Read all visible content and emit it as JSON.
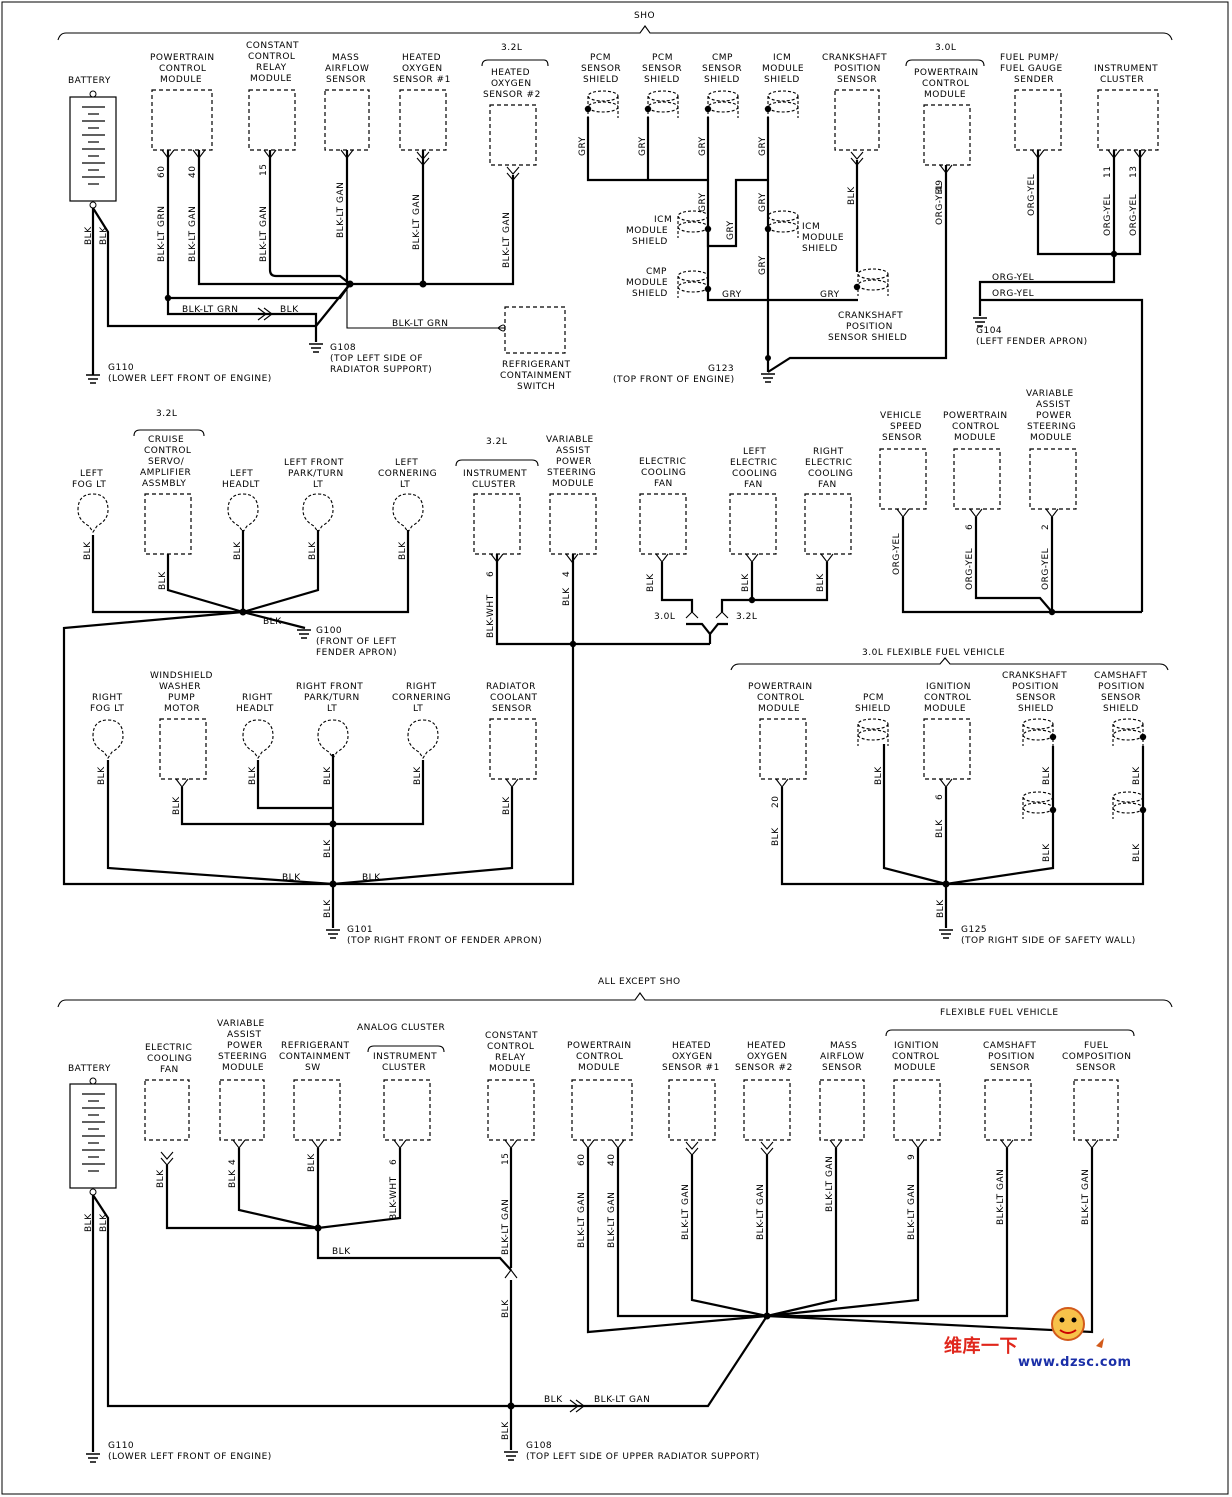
{
  "sections": {
    "top_header": "SHO",
    "mid_header": "3.0L FLEXIBLE FUEL VEHICLE",
    "bottom_header": "ALL EXCEPT SHO",
    "ffv_header": "FLEXIBLE FUEL VEHICLE",
    "analog": "ANALOG CLUSTER"
  },
  "variants": {
    "v32": "3.2L",
    "v30": "3.0L"
  },
  "top_components": [
    {
      "id": "battery",
      "lines": [
        "BATTERY"
      ]
    },
    {
      "id": "pcm",
      "lines": [
        "POWERTRAIN",
        "CONTROL",
        "MODULE"
      ]
    },
    {
      "id": "ccrm",
      "lines": [
        "CONSTANT",
        "CONTROL",
        "RELAY",
        "MODULE"
      ]
    },
    {
      "id": "maf",
      "lines": [
        "MASS",
        "AIRFLOW",
        "SENSOR"
      ]
    },
    {
      "id": "ho2s1",
      "lines": [
        "HEATED",
        "OXYGEN",
        "SENSOR #1"
      ]
    },
    {
      "id": "ho2s2",
      "lines": [
        "HEATED",
        "OXYGEN",
        "SENSOR #2"
      ]
    },
    {
      "id": "pcmshield",
      "lines": [
        "PCM",
        "SENSOR",
        "SHIELD"
      ]
    },
    {
      "id": "pcmshield2",
      "lines": [
        "PCM",
        "SENSOR",
        "SHIELD"
      ]
    },
    {
      "id": "cmpshield",
      "lines": [
        "CMP",
        "SENSOR",
        "SHIELD"
      ]
    },
    {
      "id": "icmshield",
      "lines": [
        "ICM",
        "MODULE",
        "SHIELD"
      ]
    },
    {
      "id": "ckp",
      "lines": [
        "CRANKSHAFT",
        "POSITION",
        "SENSOR"
      ]
    },
    {
      "id": "pcm30",
      "lines": [
        "POWERTRAIN",
        "CONTROL",
        "MODULE"
      ]
    },
    {
      "id": "fuelpump",
      "lines": [
        "FUEL PUMP/",
        "FUEL GAUGE",
        "SENDER"
      ]
    },
    {
      "id": "cluster",
      "lines": [
        "INSTRUMENT",
        "CLUSTER"
      ]
    },
    {
      "id": "refrig",
      "lines": [
        "REFRIGERANT",
        "CONTAINMENT",
        "SWITCH"
      ]
    },
    {
      "id": "icm_l",
      "lines": [
        "ICM",
        "MODULE",
        "SHIELD"
      ]
    },
    {
      "id": "cmp_l",
      "lines": [
        "CMP",
        "MODULE",
        "SHIELD"
      ]
    },
    {
      "id": "icm_r",
      "lines": [
        "ICM",
        "MODULE",
        "SHIELD"
      ]
    },
    {
      "id": "ckpshield",
      "lines": [
        "CRANKSHAFT",
        "POSITION",
        "SENSOR SHIELD"
      ]
    }
  ],
  "mid_components": [
    {
      "id": "cruise",
      "lines": [
        "CRUISE",
        "CONTROL",
        "SERVO/",
        "AMPLIFIER",
        "ASSMBLY"
      ]
    },
    {
      "id": "lfog",
      "lines": [
        "LEFT",
        "FOG LT"
      ]
    },
    {
      "id": "lhead",
      "lines": [
        "LEFT",
        "HEADLT"
      ]
    },
    {
      "id": "lpark",
      "lines": [
        "LEFT FRONT",
        "PARK/TURN",
        "LT"
      ]
    },
    {
      "id": "lcorner",
      "lines": [
        "LEFT",
        "CORNERING",
        "LT"
      ]
    },
    {
      "id": "cluster2",
      "lines": [
        "INSTRUMENT",
        "CLUSTER"
      ]
    },
    {
      "id": "vaps",
      "lines": [
        "VARIABLE",
        "ASSIST",
        "POWER",
        "STEERING",
        "MODULE"
      ]
    },
    {
      "id": "ecf",
      "lines": [
        "ELECTRIC",
        "COOLING",
        "FAN"
      ]
    },
    {
      "id": "lecf",
      "lines": [
        "LEFT",
        "ELECTRIC",
        "COOLING",
        "FAN"
      ]
    },
    {
      "id": "recf",
      "lines": [
        "RIGHT",
        "ELECTRIC",
        "COOLING",
        "FAN"
      ]
    },
    {
      "id": "vss",
      "lines": [
        "VEHICLE",
        "SPEED",
        "SENSOR"
      ]
    },
    {
      "id": "pcm3",
      "lines": [
        "POWERTRAIN",
        "CONTROL",
        "MODULE"
      ]
    },
    {
      "id": "vaps2",
      "lines": [
        "VARIABLE",
        "ASSIST",
        "POWER",
        "STEERING",
        "MODULE"
      ]
    },
    {
      "id": "rfog",
      "lines": [
        "RIGHT",
        "FOG LT"
      ]
    },
    {
      "id": "washer",
      "lines": [
        "WINDSHIELD",
        "WASHER",
        "PUMP",
        "MOTOR"
      ]
    },
    {
      "id": "rhead",
      "lines": [
        "RIGHT",
        "HEADLT"
      ]
    },
    {
      "id": "rpark",
      "lines": [
        "RIGHT FRONT",
        "PARK/TURN",
        "LT"
      ]
    },
    {
      "id": "rcorner",
      "lines": [
        "RIGHT",
        "CORNERING",
        "LT"
      ]
    },
    {
      "id": "rcs",
      "lines": [
        "RADIATOR",
        "COOLANT",
        "SENSOR"
      ]
    },
    {
      "id": "ffpcm",
      "lines": [
        "POWERTRAIN",
        "CONTROL",
        "MODULE"
      ]
    },
    {
      "id": "ffpcmshield",
      "lines": [
        "PCM",
        "SHIELD"
      ]
    },
    {
      "id": "fficm",
      "lines": [
        "IGNITION",
        "CONTROL",
        "MODULE"
      ]
    },
    {
      "id": "ffckp",
      "lines": [
        "CRANKSHAFT",
        "POSITION",
        "SENSOR",
        "SHIELD"
      ]
    },
    {
      "id": "ffcmp",
      "lines": [
        "CAMSHAFT",
        "POSITION",
        "SENSOR",
        "SHIELD"
      ]
    }
  ],
  "bottom_components": [
    {
      "id": "bbatt",
      "lines": [
        "BATTERY"
      ]
    },
    {
      "id": "becf",
      "lines": [
        "ELECTRIC",
        "COOLING",
        "FAN"
      ]
    },
    {
      "id": "bvaps",
      "lines": [
        "VARIABLE",
        "ASSIST",
        "POWER",
        "STEERING",
        "MODULE"
      ]
    },
    {
      "id": "brefrig",
      "lines": [
        "REFRIGERANT",
        "CONTAINMENT",
        "SW"
      ]
    },
    {
      "id": "bcluster",
      "lines": [
        "INSTRUMENT",
        "CLUSTER"
      ]
    },
    {
      "id": "bccrm",
      "lines": [
        "CONSTANT",
        "CONTROL",
        "RELAY",
        "MODULE"
      ]
    },
    {
      "id": "bpcm",
      "lines": [
        "POWERTRAIN",
        "CONTROL",
        "MODULE"
      ]
    },
    {
      "id": "bho1",
      "lines": [
        "HEATED",
        "OXYGEN",
        "SENSOR #1"
      ]
    },
    {
      "id": "bho2",
      "lines": [
        "HEATED",
        "OXYGEN",
        "SENSOR #2"
      ]
    },
    {
      "id": "bmaf",
      "lines": [
        "MASS",
        "AIRFLOW",
        "SENSOR"
      ]
    },
    {
      "id": "bicm",
      "lines": [
        "IGNITION",
        "CONTROL",
        "MODULE"
      ]
    },
    {
      "id": "bcmp",
      "lines": [
        "CAMSHAFT",
        "POSITION",
        "SENSOR"
      ]
    },
    {
      "id": "bfcs",
      "lines": [
        "FUEL",
        "COMPOSITION",
        "SENSOR"
      ]
    }
  ],
  "grounds": [
    {
      "id": "g110",
      "lines": [
        "G110",
        "(LOWER LEFT FRONT OF ENGINE)"
      ]
    },
    {
      "id": "g108",
      "lines": [
        "G108",
        "(TOP LEFT SIDE OF",
        "RADIATOR SUPPORT)"
      ]
    },
    {
      "id": "g123",
      "lines": [
        "G123",
        "(TOP FRONT OF ENGINE)"
      ]
    },
    {
      "id": "g104",
      "lines": [
        "G104",
        "(LEFT FENDER APRON)"
      ]
    },
    {
      "id": "g100",
      "lines": [
        "G100",
        "(FRONT OF LEFT",
        "FENDER APRON)"
      ]
    },
    {
      "id": "g101",
      "lines": [
        "G101",
        "(TOP RIGHT FRONT OF FENDER APRON)"
      ]
    },
    {
      "id": "g125",
      "lines": [
        "G125",
        "(TOP RIGHT SIDE OF SAFETY WALL)"
      ]
    },
    {
      "id": "bg110",
      "lines": [
        "G110",
        "(LOWER LEFT FRONT OF ENGINE)"
      ]
    },
    {
      "id": "bg108",
      "lines": [
        "G108",
        "(TOP LEFT SIDE OF UPPER RADIATOR SUPPORT)"
      ]
    }
  ],
  "wires": {
    "blk": "BLK",
    "blkltgrn": "BLK-LT GRN",
    "gry": "GRY",
    "orgyel": "ORG-YEL",
    "blkwht": "BLK-WHT",
    "blkltgrn2": "BLK-LT GAN"
  },
  "pins": {
    "p60": "60",
    "p40": "40",
    "p15": "15",
    "p49": "49",
    "p11": "11",
    "p13": "13",
    "p6": "6",
    "p4": "4",
    "p2": "2",
    "p20": "20",
    "p9": "9"
  },
  "watermark": {
    "site": "www.dzsc.com",
    "cn": "维库一下"
  }
}
